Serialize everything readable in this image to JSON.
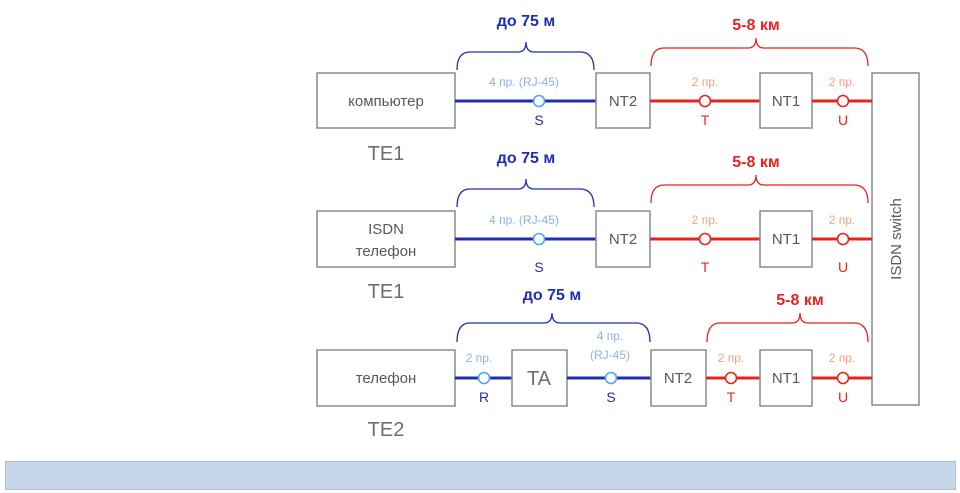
{
  "rows": [
    {
      "terminal": {
        "label_lines": [
          "компьютер"
        ],
        "type": "TE1"
      },
      "blue_distance": "до 75 м",
      "red_distance": "5-8 км",
      "s_wire": "4 пр. (RJ-45)",
      "s_point": "S",
      "nt2": "NT2",
      "t_wire": "2 пр.",
      "t_point": "T",
      "nt1": "NT1",
      "u_wire": "2 пр.",
      "u_point": "U"
    },
    {
      "terminal": {
        "label_lines": [
          "ISDN",
          "телефон"
        ],
        "type": "TE1"
      },
      "blue_distance": "до 75 м",
      "red_distance": "5-8 км",
      "s_wire": "4 пр. (RJ-45)",
      "s_point": "S",
      "nt2": "NT2",
      "t_wire": "2 пр.",
      "t_point": "T",
      "nt1": "NT1",
      "u_wire": "2 пр.",
      "u_point": "U"
    },
    {
      "terminal": {
        "label_lines": [
          "телефон"
        ],
        "type": "TE2"
      },
      "blue_distance": "до 75 м",
      "red_distance": "5-8 км",
      "r_wire": "2 пр.",
      "r_point": "R",
      "ta": "TA",
      "s_wire_lines": [
        "4 пр.",
        "(RJ-45)"
      ],
      "s_point": "S",
      "nt2": "NT2",
      "t_wire": "2 пр.",
      "t_point": "T",
      "nt1": "NT1",
      "u_wire": "2 пр.",
      "u_point": "U"
    }
  ],
  "switch_label": "ISDN switch",
  "colors": {
    "s_bus": "#1f2db3",
    "u_bus": "#e8231f",
    "point_outline_blue": "#4aa8ec",
    "wire_label_blue": "#8fb0e6",
    "wire_label_red": "#f2a37a",
    "bottom_bar": "#c5d6e9"
  }
}
